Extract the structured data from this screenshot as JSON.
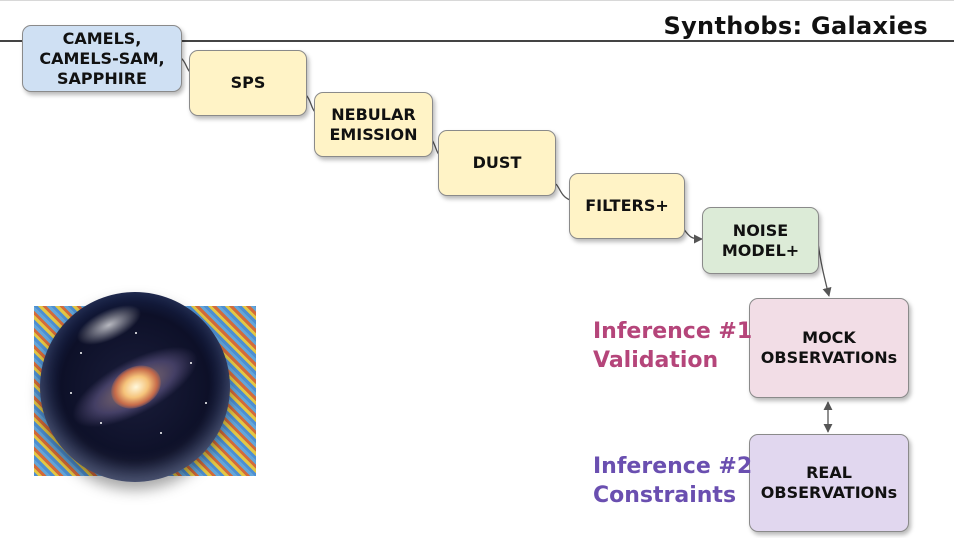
{
  "header": {
    "title": "Synthobs: Galaxies"
  },
  "pipeline": {
    "camels": "CAMELS,\nCAMELS-SAM,\nSAPPHIRE",
    "sps": "SPS",
    "nebular": "NEBULAR\nEMISSION",
    "dust": "DUST",
    "filters": "FILTERS+",
    "noise": "NOISE\nMODEL+",
    "mock": "MOCK\nOBSERVATIONs",
    "real": "REAL\nOBSERVATIONs"
  },
  "inference": {
    "first": "Inference #1\nValidation",
    "second": "Inference #2\nConstraints"
  },
  "colors": {
    "inference1": "#b5457a",
    "inference2": "#6a4fb0",
    "yellow_box": "#fff3c6",
    "blue_box": "#cfe0f3",
    "green_box": "#dcebd7",
    "pink_box": "#f2dde6",
    "lavender_box": "#e1d7ef"
  },
  "illustration": {
    "icon": "galaxy-in-crystal-ball-icon"
  }
}
